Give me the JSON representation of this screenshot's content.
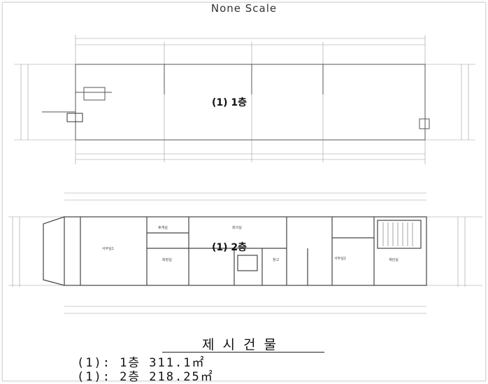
{
  "header": {
    "scale_label": "None Scale"
  },
  "floor1": {
    "label": "(1) 1층"
  },
  "floor2": {
    "label": "(1) 2층",
    "rooms": [
      "사무실1",
      "휴게실",
      "화장실",
      "회의실",
      "창고",
      "사무실2",
      "계단실"
    ]
  },
  "summary": {
    "title": "제시건물",
    "lines": [
      "(1): 1층 311.1㎡",
      "(1): 2층 218.25㎡"
    ]
  }
}
